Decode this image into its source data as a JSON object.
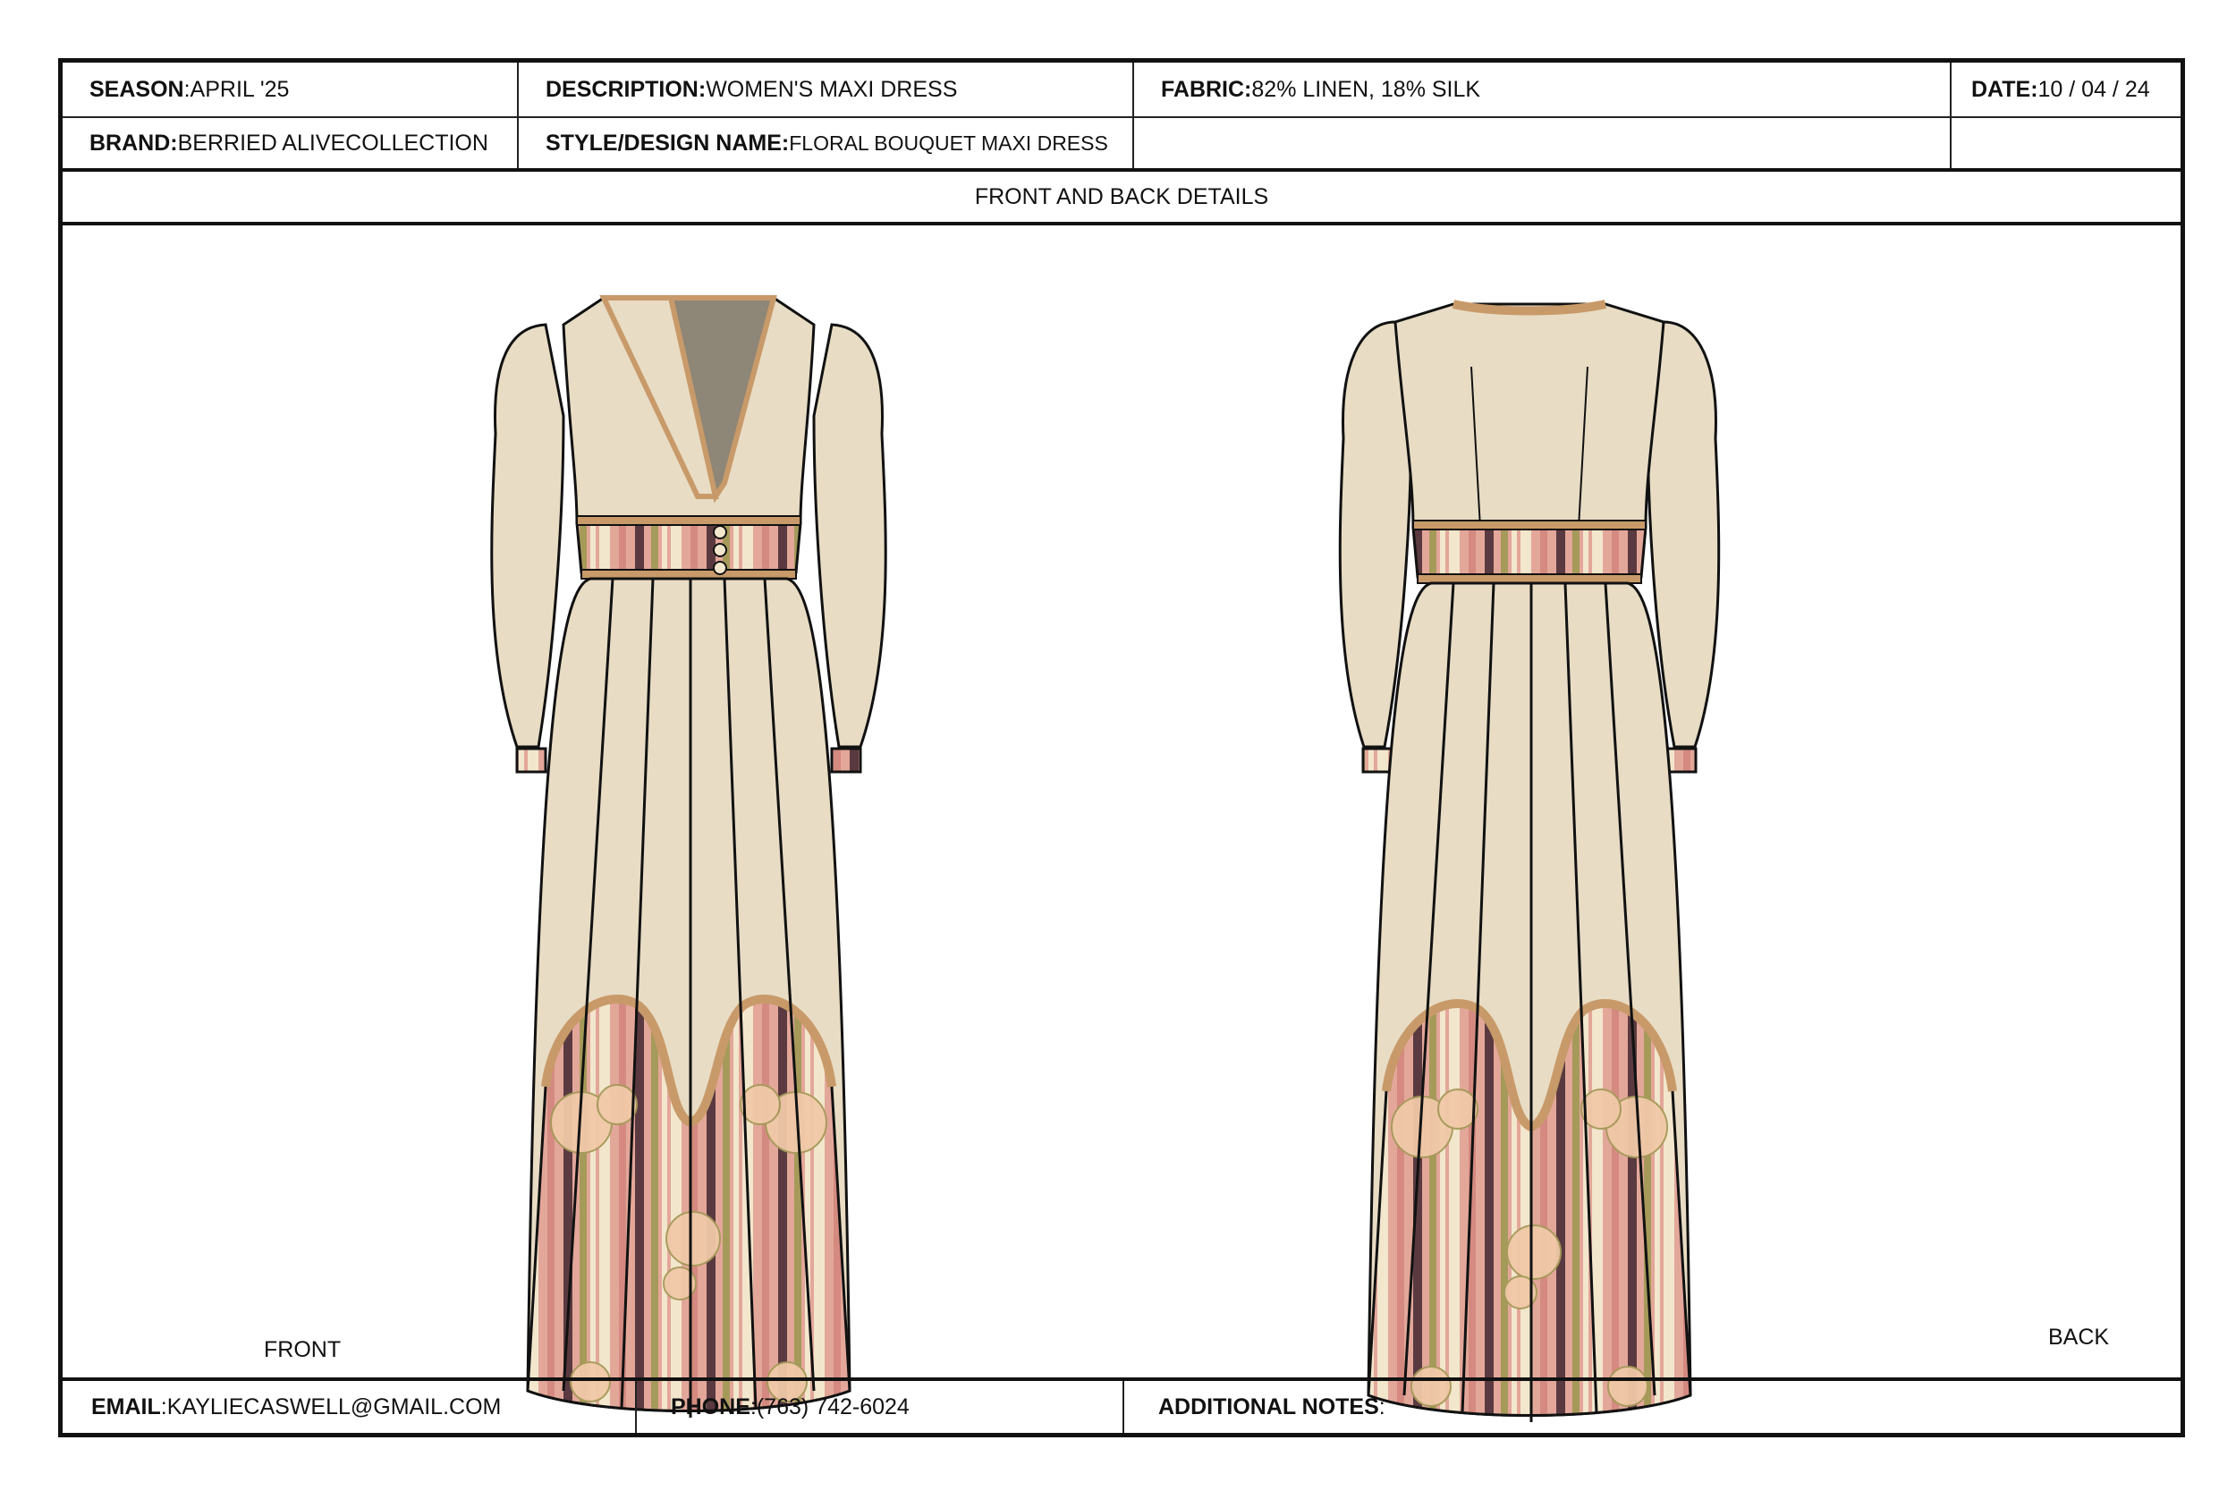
{
  "header": {
    "season": {
      "label": "SEASON",
      "sep": ": ",
      "value": "APRIL '25"
    },
    "description": {
      "label": "DESCRIPTION:",
      "value": " WOMEN'S MAXI DRESS"
    },
    "fabric": {
      "label": "FABRIC:",
      "value": " 82% LINEN, 18% SILK"
    },
    "date": {
      "label": "DATE:",
      "value": " 10 / 04 / 24"
    },
    "brand": {
      "label": "BRAND:",
      "value": " BERRIED ALIVECOLLECTION"
    },
    "style_name": {
      "label": "STYLE/DESIGN NAME:",
      "value": " FLORAL BOUQUET MAXI DRESS"
    }
  },
  "section_title": "FRONT AND BACK DETAILS",
  "views": {
    "front_label": "FRONT",
    "back_label": "BACK"
  },
  "footer": {
    "email": {
      "label": "EMAIL",
      "sep": ": ",
      "value": "KAYLIECASWELL@GMAIL.COM"
    },
    "phone": {
      "label": "PHONE",
      "sep": ": ",
      "value": "(763) 742-6024"
    },
    "notes": {
      "label": "ADDITIONAL NOTES",
      "sep": ":",
      "value": ""
    }
  },
  "colors": {
    "linen": "#e8dcc4",
    "trim": "#c89a6a",
    "pink": "#e3a79a",
    "rose": "#d48a80",
    "plum": "#5a3a40",
    "olive": "#a69a5a",
    "cream": "#f2e6cc",
    "mesh": "#8e8676",
    "outline": "#111111"
  }
}
